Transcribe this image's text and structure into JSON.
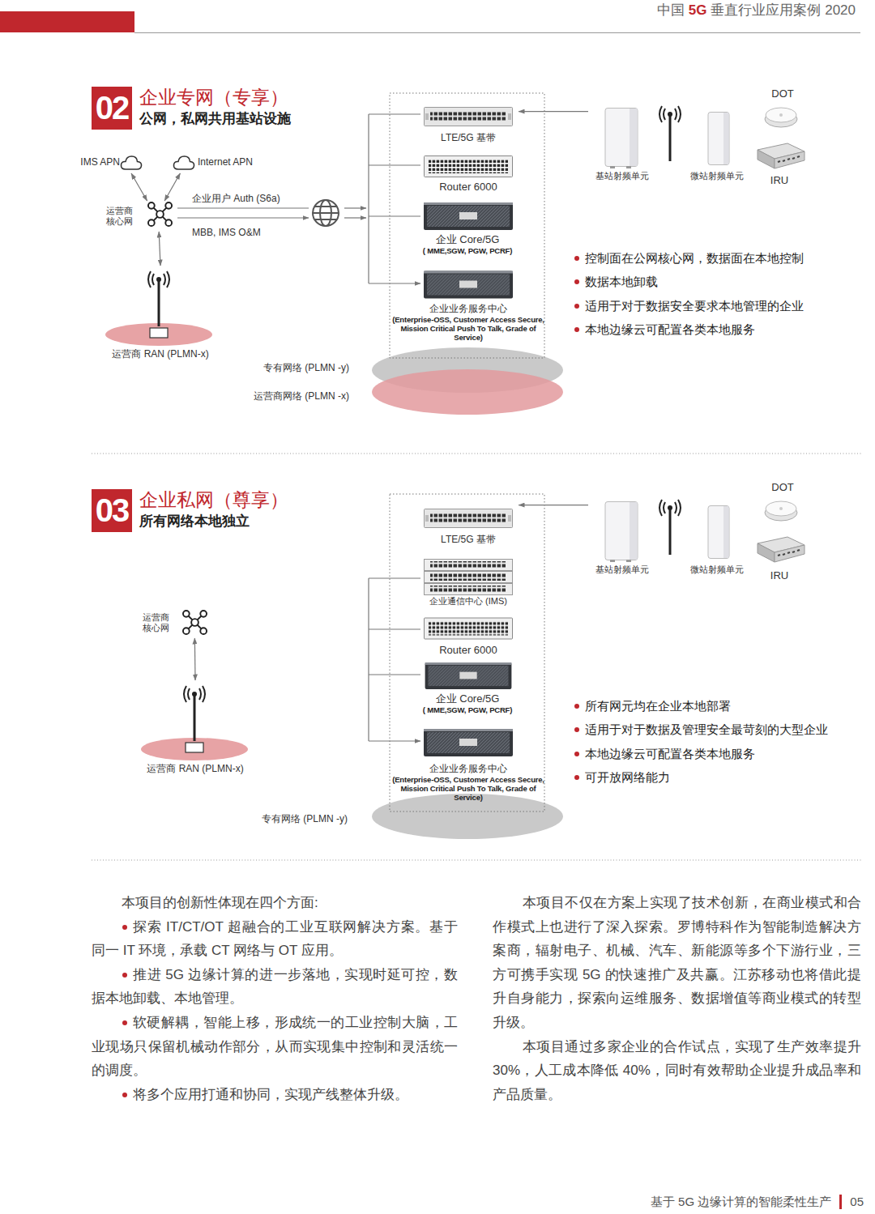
{
  "diagram": {
    "nodes": [
      {
        "text": [
          "02"
        ]
      },
      {
        "text": [
          "IMS APN"
        ]
      },
      {
        "text": [
          "Internet APN"
        ]
      },
      {
        "text": [
          "运营商核心网"
        ]
      },
      {
        "text": [
          "运营商 RAN (PLMN-x)"
        ]
      },
      {
        "text": [
          "LTE/5G 基带"
        ]
      },
      {
        "text": [
          "Router 6000"
        ]
      },
      {
        "text": [
          "企业 Core/5G",
          "( MME,SGW, PGW, PCRF)"
        ]
      },
      {
        "text": [
          "企业业务服务中心",
          "(Enterprise-OSS, Customer Access Secure, Mission Critical Push To Talk, Grade of Service)"
        ]
      },
      {
        "text": [
          "DOT"
        ]
      },
      {
        "text": [
          "基站射频单元"
        ]
      },
      {
        "text": [
          "微站射频单元"
        ]
      },
      {
        "text": [
          "IRU"
        ]
      },
      {
        "text": [
          "03"
        ]
      },
      {
        "text": [
          "运营商核心网"
        ]
      },
      {
        "text": [
          "运营商 RAN (PLMN-x)"
        ]
      },
      {
        "text": [
          "LTE/5G 基带"
        ]
      },
      {
        "text": [
          "企业通信中心 (IMS)"
        ]
      },
      {
        "text": [
          "Router 6000"
        ]
      },
      {
        "text": [
          "企业 Core/5G",
          "( MME,SGW, PGW, PCRF)"
        ]
      },
      {
        "text": [
          "企业业务服务中心",
          "(Enterprise-OSS, Customer Access Secure, Mission Critical Push To Talk, Grade of Service)"
        ]
      },
      {
        "text": [
          "DOT"
        ]
      },
      {
        "text": [
          "基站射频单元"
        ]
      },
      {
        "text": [
          "微站射频单元"
        ]
      },
      {
        "text": [
          "IRU"
        ]
      }
    ],
    "edges": [
      {
        "from": 1,
        "to": 3,
        "arrow": "both"
      },
      {
        "from": 2,
        "to": 3,
        "arrow": "both"
      },
      {
        "from": 3,
        "to": 4,
        "arrow": "both"
      },
      {
        "from": 10,
        "to": 5,
        "arrow": "to"
      },
      {
        "from": 14,
        "to": 15,
        "arrow": "both"
      },
      {
        "from": 22,
        "to": 16,
        "arrow": "to"
      }
    ],
    "labels": [
      "中国",
      "5G",
      "垂直行业应用案例 2020",
      "企业专网（专享）",
      "公网，私网共用基站设施",
      "企业用户 Auth (S6a)",
      "MBB, IMS O&M",
      "专有网络 (PLMN -y)",
      "运营商网络 (PLMN -x)",
      "控制面在公网核心网，数据面在本地控制",
      "数据本地卸载",
      "适用于对于数据安全要求本地管理的企业",
      "本地边缘云可配置各类本地服务",
      "企业私网（尊享）",
      "所有网络本地独立",
      "专有网络 (PLMN -y)",
      "所有网元均在企业本地部署",
      "适用于对于数据及管理安全最苛刻的大型企业",
      "本地边缘云可配置各类本地服务",
      "可开放网络能力",
      "本项目的创新性体现在四个方面:",
      "探索 IT/CT/OT 超融合的工业互联网解决方案。基于同一 IT 环境，承载 CT 网络与 OT 应用。",
      "推进 5G 边缘计算的进一步落地，实现时延可控，数据本地卸载、本地管理。",
      "软硬解耦，智能上移，形成统一的工业控制大脑，工业现场只保留机械动作部分，从而实现集中控制和灵活统一的调度。",
      "将多个应用打通和协同，实现产线整体升级。",
      "本项目不仅在方案上实现了技术创新，在商业模式和合作模式上也进行了深入探索。罗博特科作为智能制造解决方案商，辐射电子、机械、汽车、新能源等多个下游行业，三方可携手实现 5G 的快速推广及共赢。江苏移动也将借此提升自身能力，探索向运维服务、数据增值等商业模式的转型升级。",
      "本项目通过多家企业的合作试点，实现了生产效率提升 30%，人工成本降低 40%，同时有效帮助企业提升成品率和产品质量。",
      "基于 5G 边缘计算的智能柔性生产",
      "05"
    ]
  }
}
